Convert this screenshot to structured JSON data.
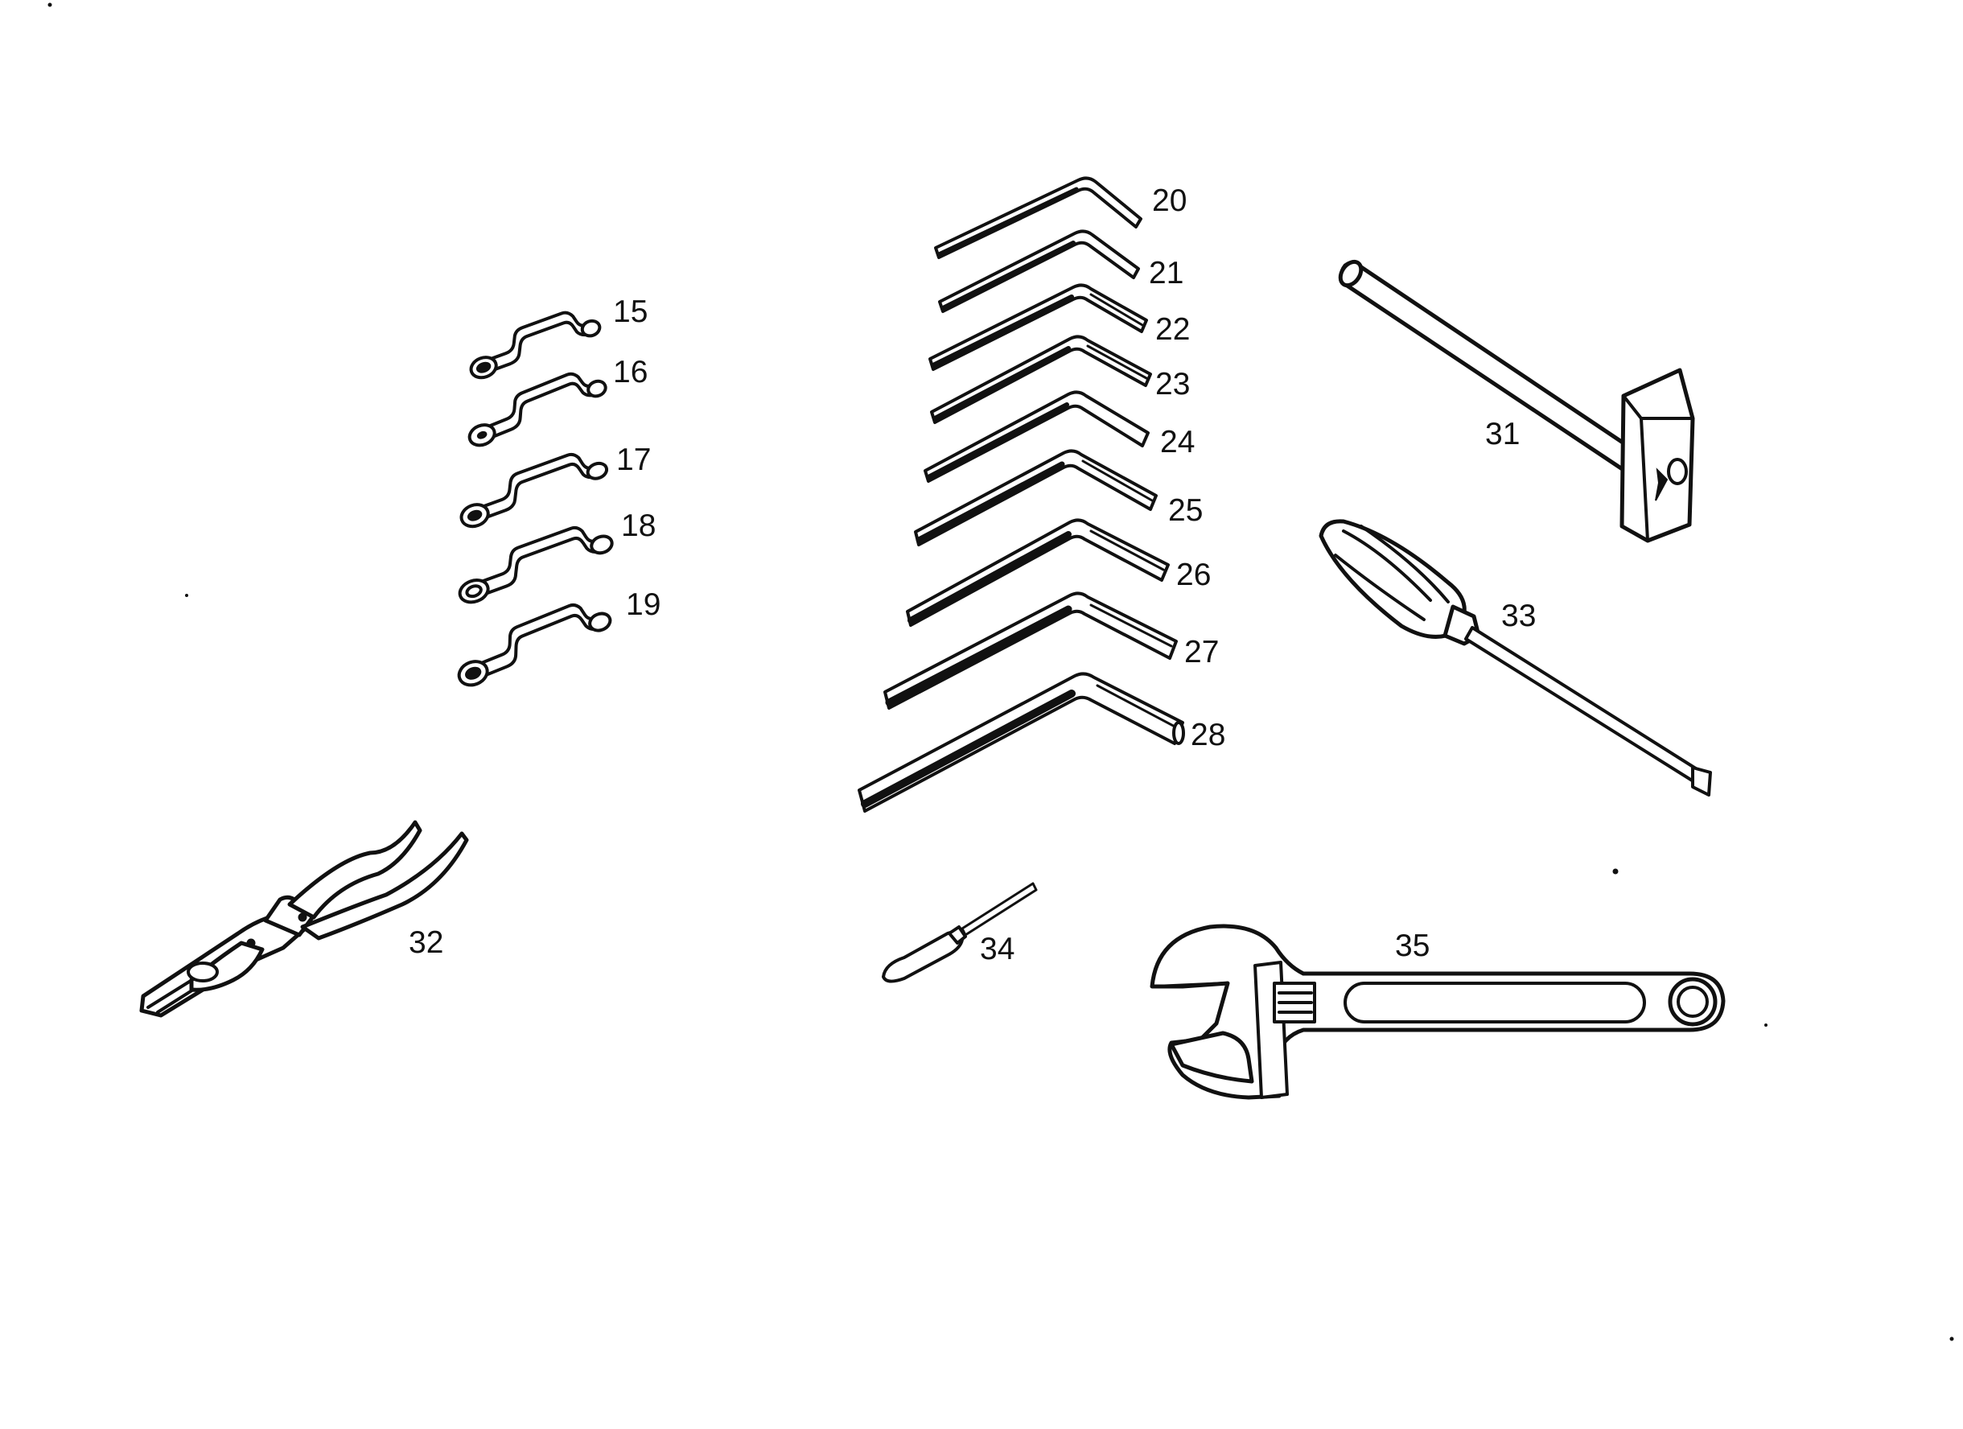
{
  "diagram": {
    "background": "#ffffff",
    "ink_color": "#111111",
    "parts": [
      {
        "id": "15",
        "label": "15",
        "tool": "offset ring spanner"
      },
      {
        "id": "16",
        "label": "16",
        "tool": "offset ring spanner"
      },
      {
        "id": "17",
        "label": "17",
        "tool": "offset ring spanner"
      },
      {
        "id": "18",
        "label": "18",
        "tool": "offset ring spanner"
      },
      {
        "id": "19",
        "label": "19",
        "tool": "offset ring spanner"
      },
      {
        "id": "20",
        "label": "20",
        "tool": "hex key"
      },
      {
        "id": "21",
        "label": "21",
        "tool": "hex key"
      },
      {
        "id": "22",
        "label": "22",
        "tool": "hex key"
      },
      {
        "id": "23",
        "label": "23",
        "tool": "hex key"
      },
      {
        "id": "24",
        "label": "24",
        "tool": "hex key"
      },
      {
        "id": "25",
        "label": "25",
        "tool": "hex key"
      },
      {
        "id": "26",
        "label": "26",
        "tool": "hex key"
      },
      {
        "id": "27",
        "label": "27",
        "tool": "hex key"
      },
      {
        "id": "28",
        "label": "28",
        "tool": "hex key"
      },
      {
        "id": "31",
        "label": "31",
        "tool": "hammer"
      },
      {
        "id": "32",
        "label": "32",
        "tool": "pliers"
      },
      {
        "id": "33",
        "label": "33",
        "tool": "screwdriver"
      },
      {
        "id": "34",
        "label": "34",
        "tool": "small screwdriver"
      },
      {
        "id": "35",
        "label": "35",
        "tool": "adjustable wrench"
      }
    ]
  }
}
